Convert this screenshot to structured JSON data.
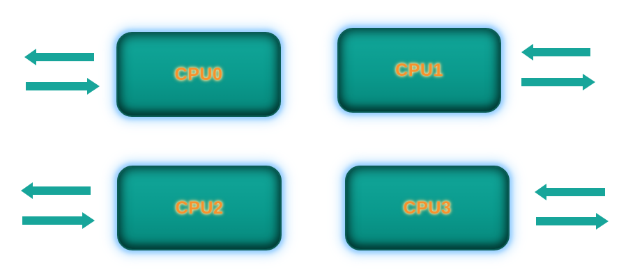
{
  "diagram": {
    "cpus": [
      {
        "id": "cpu0",
        "label": "CPU0"
      },
      {
        "id": "cpu1",
        "label": "CPU1"
      },
      {
        "id": "cpu2",
        "label": "CPU2"
      },
      {
        "id": "cpu3",
        "label": "CPU3"
      }
    ],
    "colors": {
      "box_fill": "#0a9a8d",
      "box_border": "#0b5d57",
      "glow": "#a6d3ff",
      "label": "#f7922d",
      "arrow": "#17a59a"
    }
  }
}
